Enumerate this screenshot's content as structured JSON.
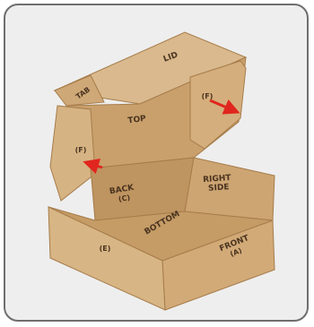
{
  "labels": {
    "lid": "LID",
    "tab": "TAB",
    "top": "TOP",
    "f_left": "(F)",
    "f_right": "(F)",
    "back": "BACK",
    "back_code": "(C)",
    "right_side_1": "RIGHT",
    "right_side_2": "SIDE",
    "bottom": "BOTTOM",
    "front": "FRONT",
    "front_code": "(A)",
    "e": "(E)"
  },
  "colors": {
    "frame_background": "#eeeeee",
    "frame_border": "#6e6e6e",
    "cardboard_light": "#d8b688",
    "cardboard_mid": "#c89e6b",
    "cardboard_dark": "#b0854f",
    "label_text": "#4a3420",
    "arrow": "#e0261e"
  },
  "icons": {
    "arrows": "red-arrow"
  }
}
